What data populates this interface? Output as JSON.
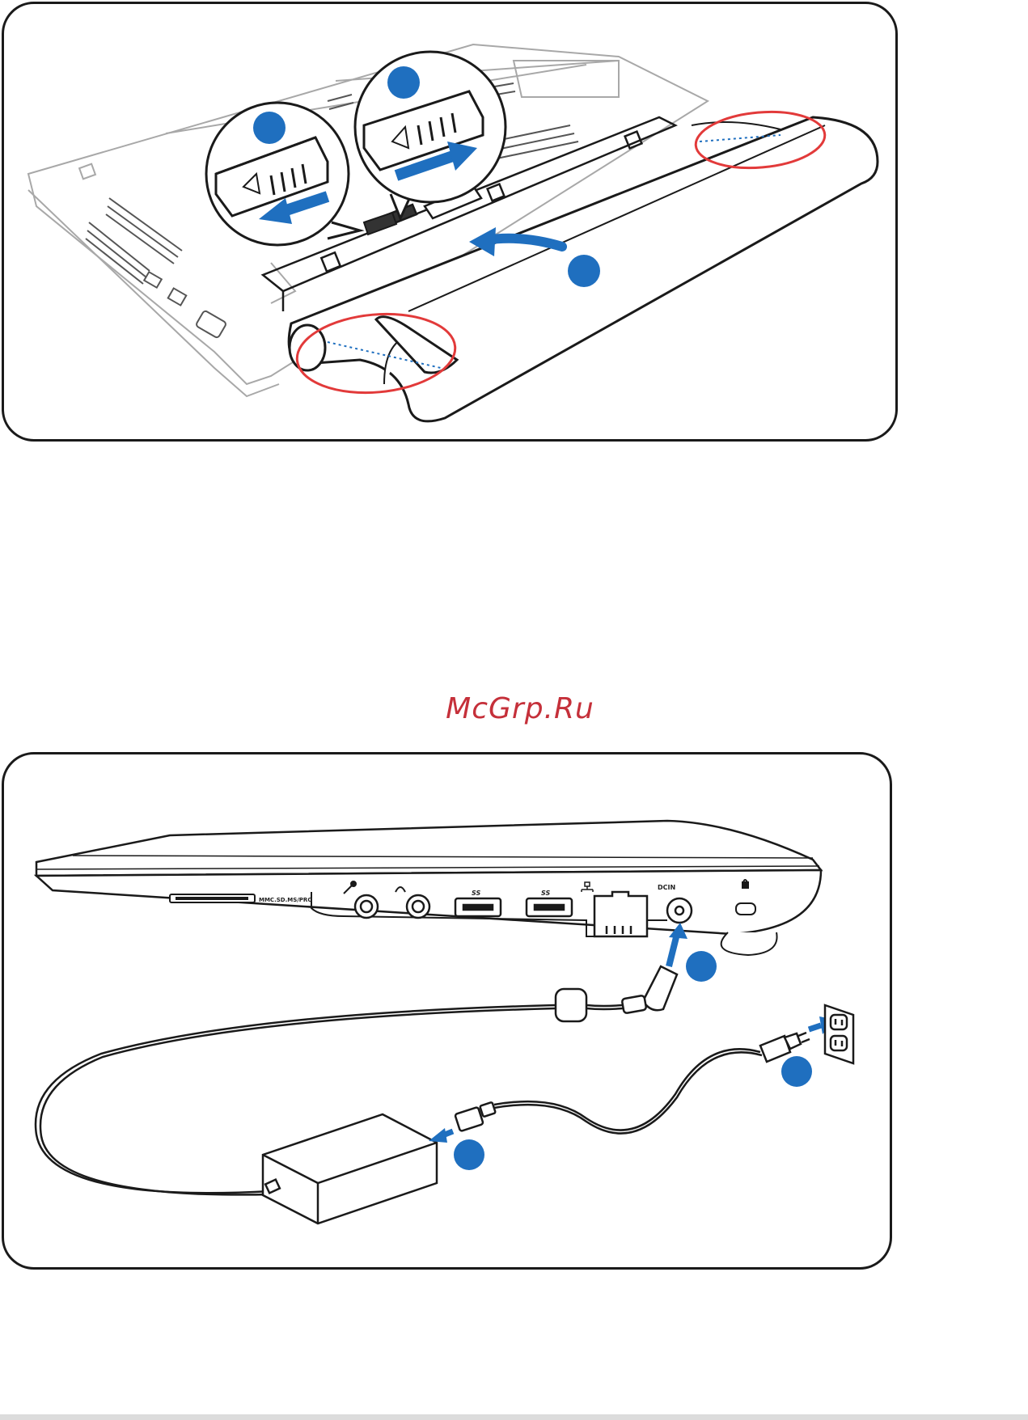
{
  "watermark": {
    "text": "McGrp.Ru",
    "color": "#c5303a"
  },
  "colors": {
    "accent_blue": "#1f6fbf",
    "highlight_red": "#e23a3a",
    "outline_dark": "#1a1a1a",
    "outline_light": "#9a9a9a"
  },
  "panel_battery": {
    "steps": [
      {
        "marker": "",
        "icon": "step-marker-icon"
      },
      {
        "marker": "",
        "icon": "step-marker-icon"
      },
      {
        "marker": "",
        "icon": "step-marker-icon"
      }
    ],
    "icons": [
      "battery-icon",
      "latch-unlock-icon",
      "latch-lock-icon",
      "arrow-right-icon",
      "arrow-left-icon",
      "insert-arrow-icon"
    ]
  },
  "panel_power": {
    "ports": {
      "card_reader": "MMC.SD.MS/PRO",
      "usb_1": "SS",
      "usb_2": "SS",
      "dc_in": "DCIN"
    },
    "steps": [
      {
        "marker": "",
        "icon": "step-marker-icon"
      },
      {
        "marker": "",
        "icon": "step-marker-icon"
      },
      {
        "marker": "",
        "icon": "step-marker-icon"
      }
    ],
    "icons": [
      "laptop-side-icon",
      "power-adapter-icon",
      "power-cord-icon",
      "wall-outlet-icon",
      "plug-arrow-icon",
      "lock-icon",
      "microphone-icon",
      "headphone-icon",
      "lan-icon"
    ]
  }
}
